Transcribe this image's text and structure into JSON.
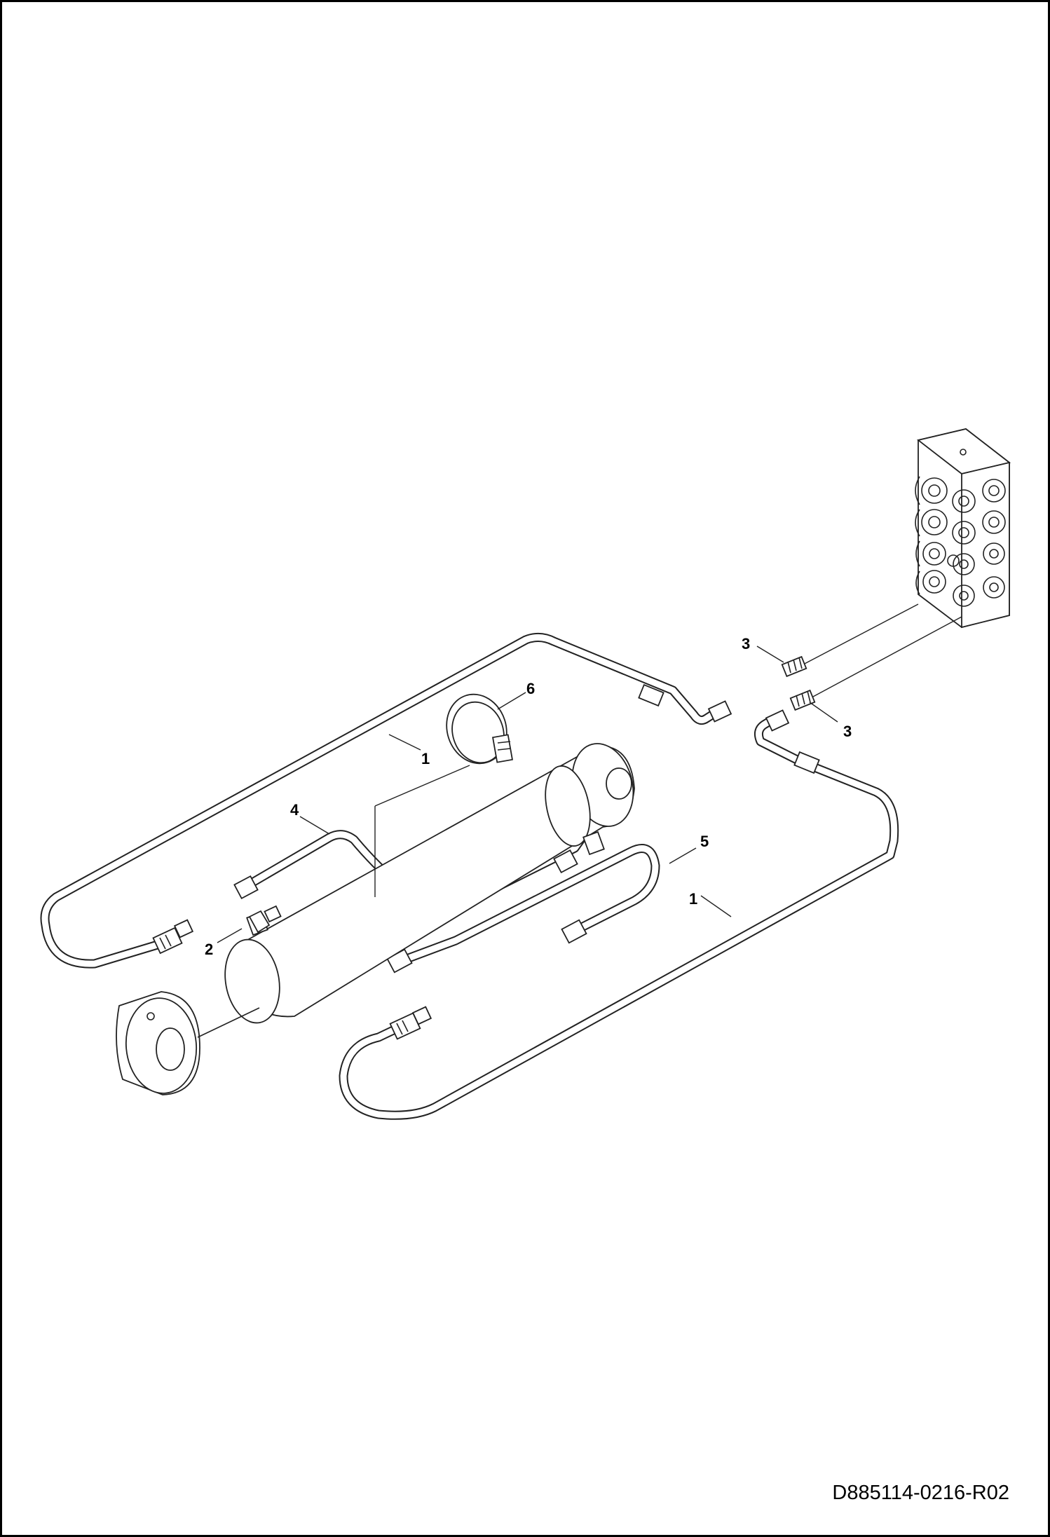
{
  "diagram": {
    "drawing_number": "D885114-0216-R02",
    "callouts": [
      {
        "id": "callout-1-upper",
        "label": "1"
      },
      {
        "id": "callout-1-lower",
        "label": "1"
      },
      {
        "id": "callout-2",
        "label": "2"
      },
      {
        "id": "callout-3-upper",
        "label": "3"
      },
      {
        "id": "callout-3-lower",
        "label": "3"
      },
      {
        "id": "callout-4",
        "label": "4"
      },
      {
        "id": "callout-5",
        "label": "5"
      },
      {
        "id": "callout-6",
        "label": "6"
      }
    ],
    "parts": [
      {
        "name": "valve-block"
      },
      {
        "name": "hydraulic-cylinder"
      },
      {
        "name": "hose-clamp"
      },
      {
        "name": "tube-line-upper"
      },
      {
        "name": "tube-line-lower"
      },
      {
        "name": "hose-4"
      },
      {
        "name": "hose-5"
      },
      {
        "name": "fitting-3-upper"
      },
      {
        "name": "fitting-3-lower"
      },
      {
        "name": "elbow-fitting-2"
      }
    ]
  }
}
